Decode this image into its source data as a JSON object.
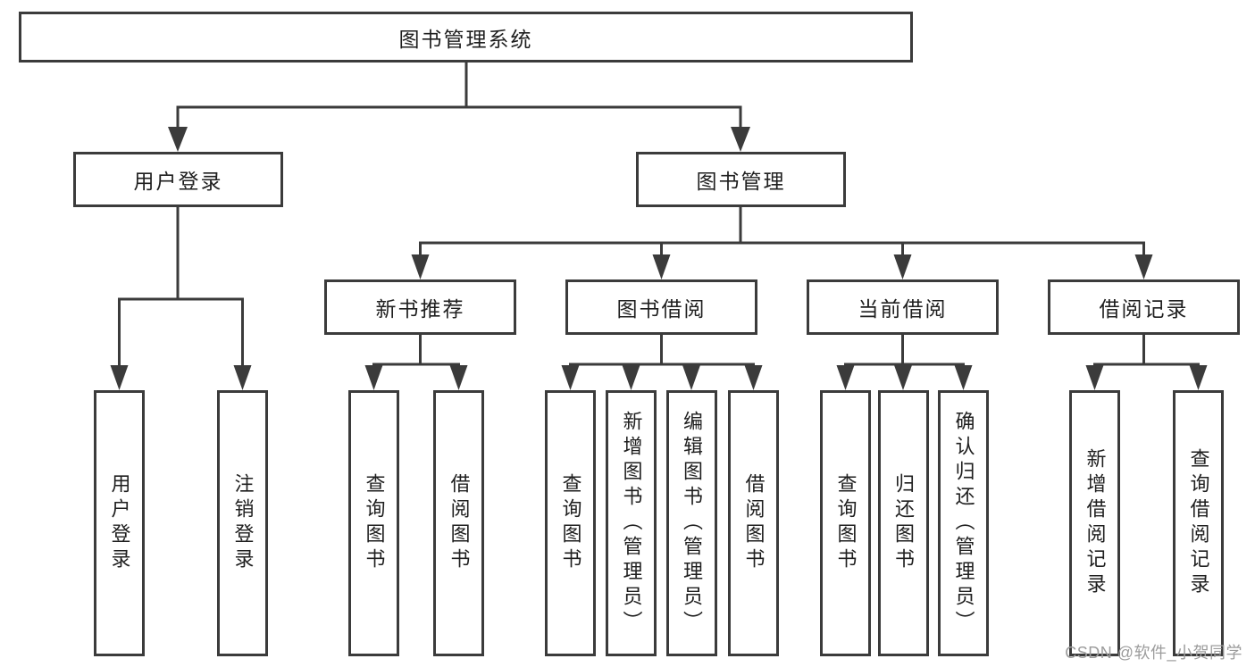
{
  "diagram": {
    "root": {
      "label": "图书管理系统"
    },
    "level2": [
      {
        "label": "用户登录"
      },
      {
        "label": "图书管理"
      }
    ],
    "level3": [
      {
        "label": "新书推荐"
      },
      {
        "label": "图书借阅"
      },
      {
        "label": "当前借阅"
      },
      {
        "label": "借阅记录"
      }
    ],
    "leaves": {
      "user_login": [
        "用户登录",
        "注销登录"
      ],
      "new_books": [
        "查询图书",
        "借阅图书"
      ],
      "book_borrow": [
        "查询图书",
        "新增图书（管理员）",
        "编辑图书（管理员）",
        "借阅图书"
      ],
      "current_borrow": [
        "查询图书",
        "归还图书",
        "确认归还（管理员）"
      ],
      "borrow_records": [
        "新增借阅记录",
        "查询借阅记录"
      ]
    },
    "colors": {
      "line": "#3b3b3b",
      "border": "#3b3b3b",
      "text": "#1f1f1f",
      "watermark": "#9c9c9c",
      "background": "#ffffff"
    },
    "watermark": "CSDN @软件_小贺同学"
  }
}
